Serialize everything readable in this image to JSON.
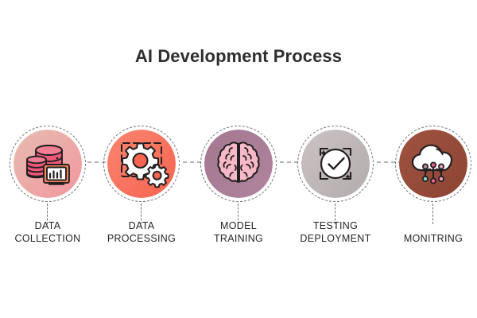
{
  "header": {
    "title": "AI Development Process"
  },
  "colors": {
    "title": "#2e2e2e",
    "label": "#262626",
    "dashed_line": "#5a5a5a",
    "background": "#ffffff",
    "step1_circle_from": "#e6b9ae",
    "step1_circle_to": "#f2a0a6",
    "step2_circle_from": "#fa7f6c",
    "step2_circle_to": "#f96a57",
    "step3_circle_from": "#a3788f",
    "step3_circle_to": "#ae829c",
    "step4_circle_from": "#c9c0c0",
    "step4_circle_to": "#b3adad",
    "step5_circle_from": "#9d4f3d",
    "step5_circle_to": "#8f4535",
    "database_pink": "#f0577b",
    "monitor_orange": "#f4855f",
    "brain_pink": "#f7b8c8",
    "gear_white": "#ffffff",
    "cloud_white": "#ffffff",
    "outline_dark": "#231f20",
    "dot_pink": "#f2618c",
    "dot_mauve": "#b98c9c",
    "dot_green": "#8fd6c0"
  },
  "steps": [
    {
      "index": 1,
      "icon": "database-chart-icon",
      "label_line1": "DATA",
      "label_line2": "COLLECTION"
    },
    {
      "index": 2,
      "icon": "gears-icon",
      "label_line1": "DATA",
      "label_line2": "PROCESSING"
    },
    {
      "index": 3,
      "icon": "brain-icon",
      "label_line1": "MODEL",
      "label_line2": "TRAINING"
    },
    {
      "index": 4,
      "icon": "checkmark-circle-icon",
      "label_line1": "TESTING",
      "label_line2": "DEPLOYMENT"
    },
    {
      "index": 5,
      "icon": "cloud-network-icon",
      "label_line1": "MONITRING",
      "label_line2": ""
    }
  ],
  "connectors": [
    {
      "from": 1,
      "to": 2,
      "style": "dashed-arrow"
    },
    {
      "from": 2,
      "to": 3,
      "style": "dashed-arrow"
    },
    {
      "from": 3,
      "to": 4,
      "style": "dashed-arrow"
    },
    {
      "from": 4,
      "to": 5,
      "style": "dashed-arrow"
    }
  ]
}
